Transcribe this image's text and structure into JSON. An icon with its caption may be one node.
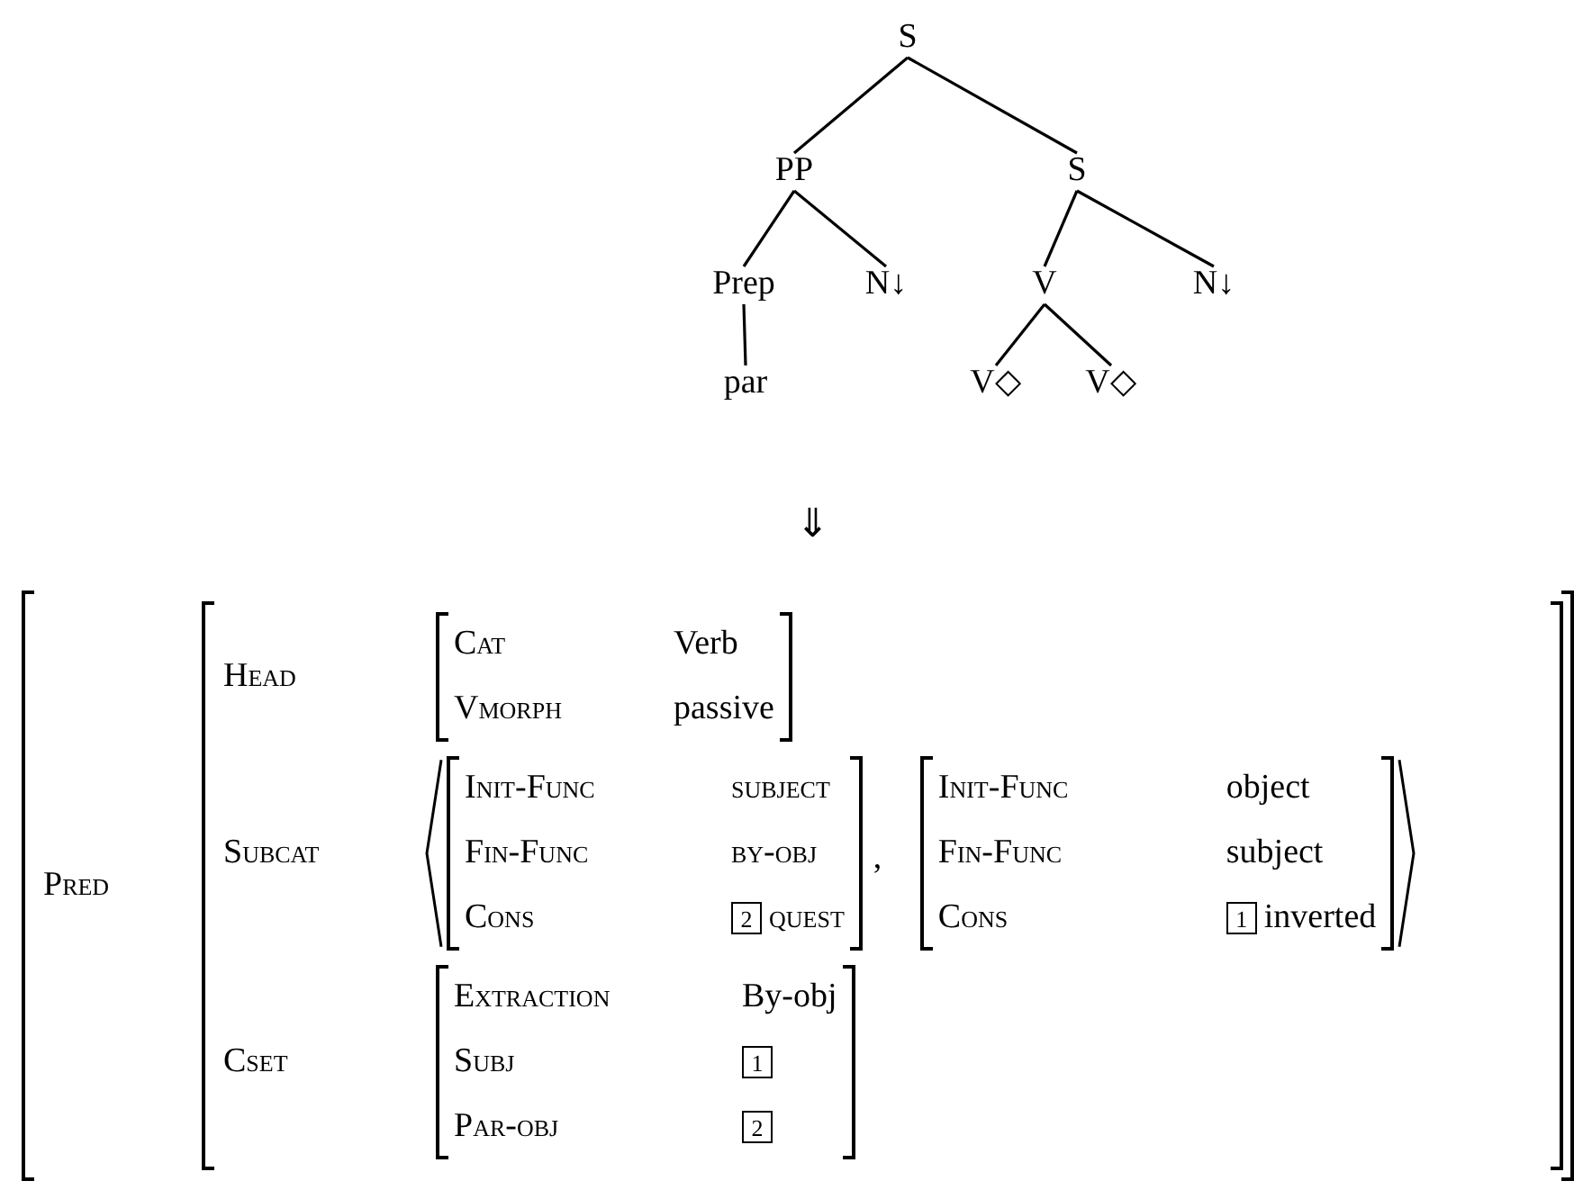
{
  "diagram": {
    "nodes": [
      {
        "text": [
          "S"
        ]
      },
      {
        "text": [
          "PP"
        ]
      },
      {
        "text": [
          "S"
        ]
      },
      {
        "text": [
          "Prep"
        ]
      },
      {
        "text": [
          "N↓"
        ]
      },
      {
        "text": [
          "V"
        ]
      },
      {
        "text": [
          "N↓"
        ]
      },
      {
        "text": [
          "par"
        ]
      },
      {
        "text": [
          "V◇"
        ]
      },
      {
        "text": [
          "V◇"
        ]
      }
    ],
    "edges": [
      {
        "from": 0,
        "to": 1,
        "arrow": "none"
      },
      {
        "from": 0,
        "to": 2,
        "arrow": "none"
      },
      {
        "from": 1,
        "to": 3,
        "arrow": "none"
      },
      {
        "from": 1,
        "to": 4,
        "arrow": "none"
      },
      {
        "from": 2,
        "to": 5,
        "arrow": "none"
      },
      {
        "from": 2,
        "to": 6,
        "arrow": "none"
      },
      {
        "from": 3,
        "to": 7,
        "arrow": "none"
      },
      {
        "from": 5,
        "to": 8,
        "arrow": "none"
      },
      {
        "from": 5,
        "to": 9,
        "arrow": "none"
      }
    ],
    "labels": [
      "⇓",
      "Pred",
      "Head",
      "Cat",
      "Verb",
      "Vmorph",
      "passive",
      "Subcat",
      "Init-Func",
      "subject",
      "Fin-Func",
      "by-obj",
      "Cons",
      "2",
      "quest",
      ",",
      "Init-Func",
      "object",
      "Fin-Func",
      "subject",
      "Cons",
      "1",
      "inverted",
      "Cset",
      "Extraction",
      "By-obj",
      "Subj",
      "1",
      "Par-obj",
      "2"
    ]
  }
}
